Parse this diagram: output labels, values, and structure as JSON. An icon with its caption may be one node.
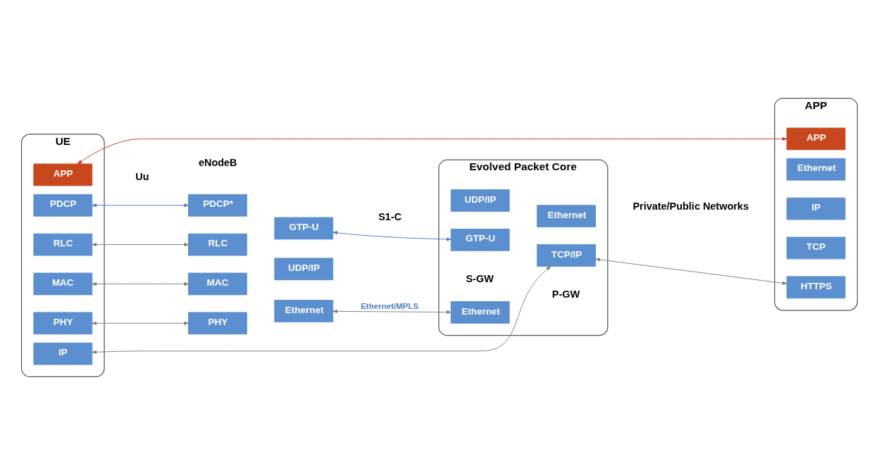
{
  "diagram": {
    "nodes": [
      {
        "text": [
          "UE"
        ]
      },
      {
        "text": [
          "APP"
        ],
        "in": 0
      },
      {
        "text": [
          "IP"
        ],
        "in": 0
      },
      {
        "text": [
          "PDCP"
        ],
        "in": 0
      },
      {
        "text": [
          "RLC"
        ],
        "in": 0
      },
      {
        "text": [
          "MAC"
        ],
        "in": 0
      },
      {
        "text": [
          "PHY"
        ],
        "in": 0
      },
      {
        "text": [
          "PDCP*"
        ]
      },
      {
        "text": [
          "RLC"
        ]
      },
      {
        "text": [
          "MAC"
        ]
      },
      {
        "text": [
          "PHY"
        ]
      },
      {
        "text": [
          "GTP-U"
        ]
      },
      {
        "text": [
          "UDP/IP"
        ]
      },
      {
        "text": [
          "Ethernet"
        ]
      },
      {
        "text": [
          "Evolved Packet Core"
        ]
      },
      {
        "text": [
          "GTP-U"
        ],
        "in": 14
      },
      {
        "text": [
          "UDP/IP"
        ],
        "in": 14
      },
      {
        "text": [
          "Ethernet"
        ],
        "in": 14
      },
      {
        "text": [
          "TCP/IP"
        ],
        "in": 14
      },
      {
        "text": [
          "Ethernet"
        ],
        "in": 14
      },
      {
        "text": [
          "APP"
        ]
      },
      {
        "text": [
          "APP"
        ],
        "in": 20
      },
      {
        "text": [
          "HTTPS"
        ],
        "in": 20
      },
      {
        "text": [
          "TCP"
        ],
        "in": 20
      },
      {
        "text": [
          "IP"
        ],
        "in": 20
      },
      {
        "text": [
          "Ethernet"
        ],
        "in": 20
      }
    ],
    "edges": [
      {
        "from": 1,
        "to": 21,
        "arrow": "both",
        "color": "#c0392b"
      },
      {
        "from": 2,
        "to": 18,
        "arrow": "both"
      },
      {
        "from": 18,
        "to": 22,
        "arrow": "both"
      },
      {
        "from": 3,
        "to": 7,
        "arrow": "both",
        "color": "#4a7fc1"
      },
      {
        "from": 11,
        "to": 15,
        "arrow": "both",
        "color": "#4a7fc1"
      },
      {
        "from": 4,
        "to": 8,
        "arrow": "both"
      },
      {
        "from": 5,
        "to": 9,
        "arrow": "both"
      },
      {
        "from": 13,
        "to": 17,
        "arrow": "both",
        "label": "Ethernet/MPLS"
      },
      {
        "from": 6,
        "to": 10,
        "arrow": "both"
      }
    ],
    "labels": [
      "Private/Public Networks",
      "Uu",
      "S1-C",
      "eNodeB",
      "S-GW",
      "P-GW"
    ]
  }
}
